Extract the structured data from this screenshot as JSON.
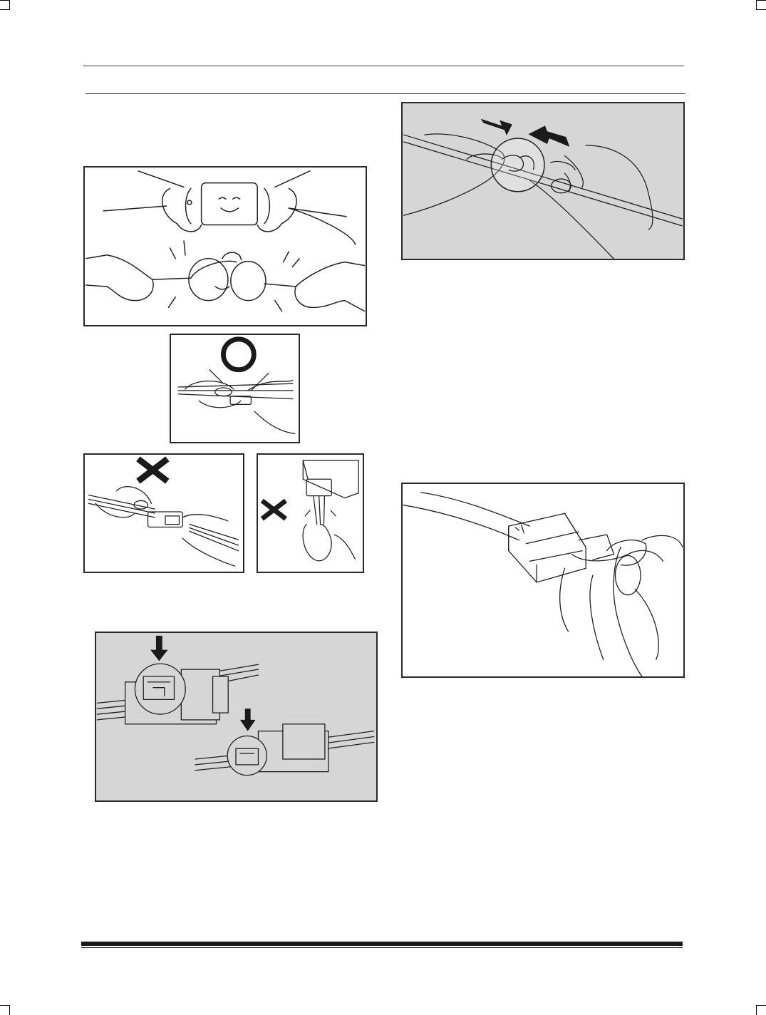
{
  "page": {
    "colors": {
      "line": "#1e1e1e",
      "panel_gray": "#d6d6d6",
      "rule": "#3a3a3a"
    }
  },
  "figures": [
    {
      "id": "fig-handle-gently",
      "icon": "connector-comparison-illustration"
    },
    {
      "id": "fig-correct-grip",
      "icon": "circle-ok-mark"
    },
    {
      "id": "fig-wrong-pull-wires",
      "icon": "x-wrong-mark"
    },
    {
      "id": "fig-wrong-pull-cable",
      "icon": "x-wrong-mark"
    },
    {
      "id": "fig-lock-detail",
      "icon": "down-arrow"
    },
    {
      "id": "fig-push-together",
      "icon": "push-arrows"
    },
    {
      "id": "fig-unlock-connector",
      "icon": "connector-release-illustration"
    }
  ]
}
